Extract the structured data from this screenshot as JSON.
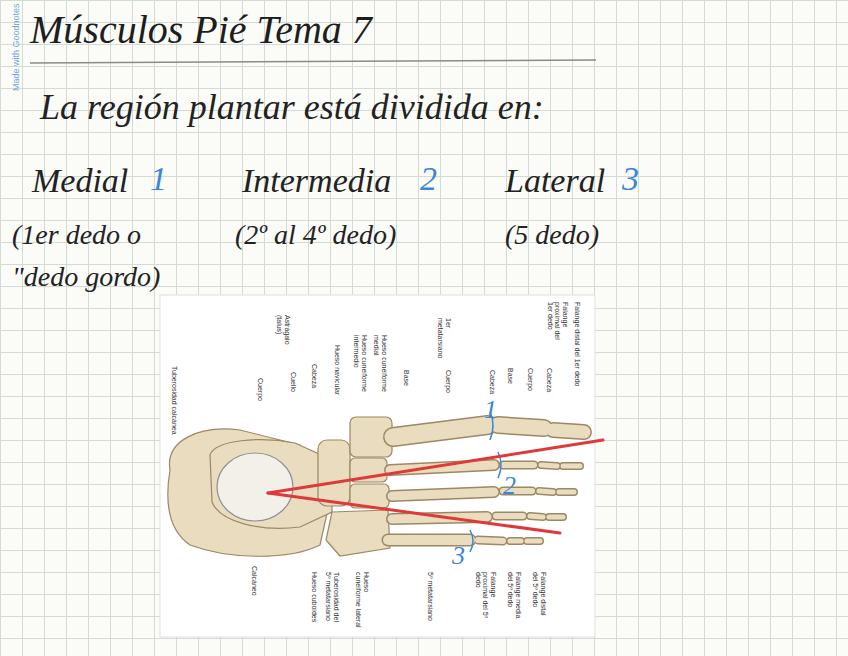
{
  "diagram": {
    "title": "Músculos Pié Tema 7",
    "labels": [
      "La región plantar está dividida en:",
      "Medial",
      "1",
      "Intermedia",
      "2",
      "Lateral",
      "3",
      "(1er dedo o",
      "\"dedo gordo)",
      "(2º al 4º dedo)",
      "(5 dedo)",
      "Made with Goodnotes",
      "1",
      "2",
      "3",
      "Falange distal del 1er dedo",
      "Falange proximal del 1er dedo",
      "Cabeza",
      "Cuerpo",
      "Base",
      "1er metatarsiano",
      "Cabeza",
      "Cuerpo",
      "Base",
      "Hueso cuneiforme medial",
      "Hueso cuneiforme intermedio",
      "Hueso navicular",
      "Cabeza",
      "Cuello",
      "Cuerpo",
      "Astrágalo (talus)",
      "Tuberosidad calcánea",
      "Calcáneo",
      "Hueso cuboides",
      "Tuberosidad del 5º metatarsiano",
      "Hueso cuneiforme lateral",
      "5º metatarsiano",
      "Falange proximal del 5º dedo",
      "Falange media del 5º dedo",
      "Falange distal del 5º dedo"
    ]
  }
}
